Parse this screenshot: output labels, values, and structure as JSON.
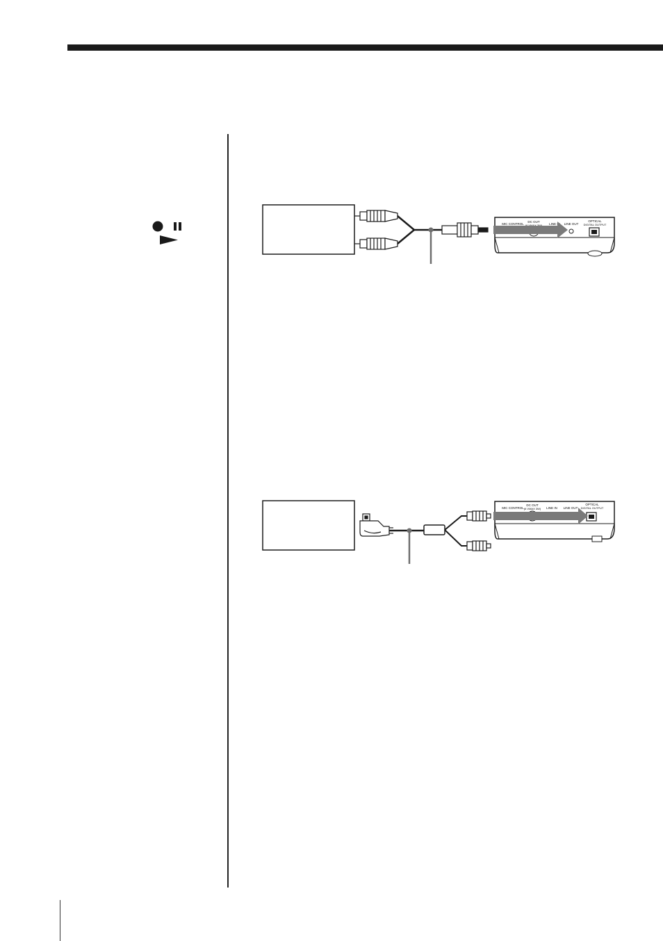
{
  "page": {
    "colors": {
      "ink": "#1a1a1a",
      "callout_gray": "#6e6e6e",
      "signal_arrow": "#7a7a7a"
    }
  },
  "sidebar": {
    "transport_icons": [
      "record-icon",
      "pause-icon",
      "play-icon"
    ]
  },
  "diagrams": [
    {
      "name": "connection-line-out",
      "deck_ports": [
        "MIC CONTROL",
        "DC OUT (6 VMAX 3W)",
        "LINE IN",
        "LINE OUT",
        "OPTICAL DIGITAL OUTPUT"
      ]
    },
    {
      "name": "connection-optical-out",
      "deck_ports": [
        "MIC CONTROL",
        "DC OUT (6 VMAX 3W)",
        "LINE IN",
        "LINE OUT",
        "OPTICAL DIGITAL OUTPUT"
      ]
    }
  ]
}
